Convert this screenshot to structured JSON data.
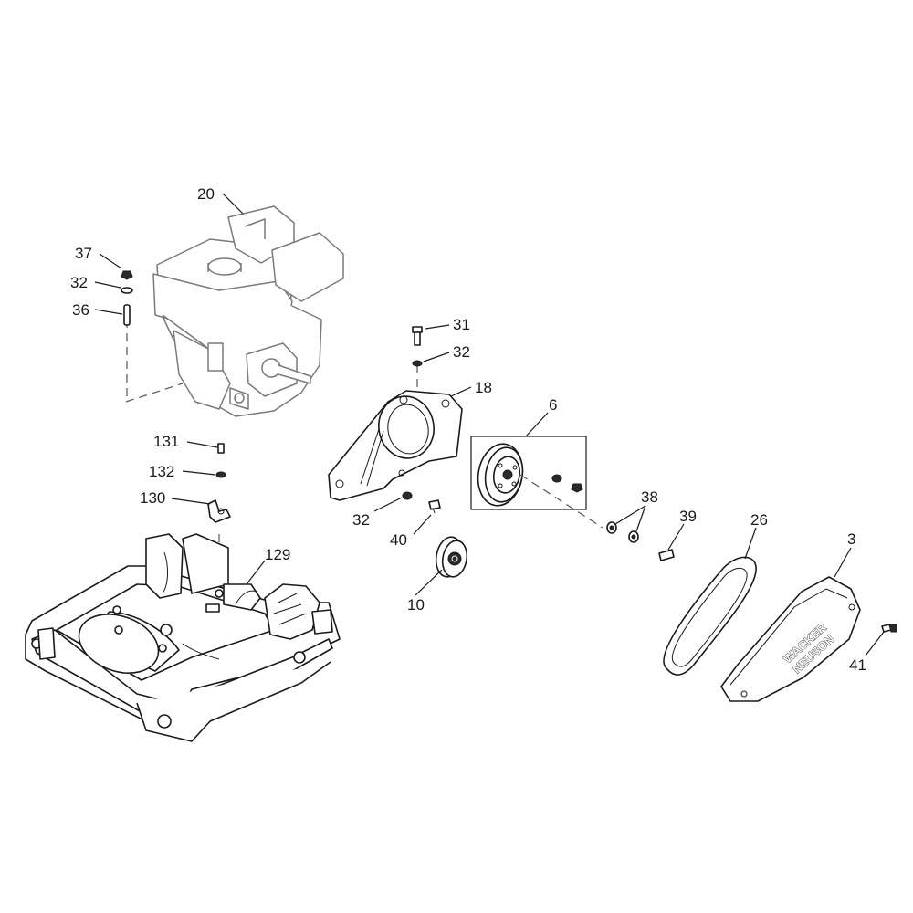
{
  "callouts": {
    "c20": "20",
    "c37": "37",
    "c32a": "32",
    "c36": "36",
    "c31": "31",
    "c32b": "32",
    "c18": "18",
    "c6": "6",
    "c131": "131",
    "c132": "132",
    "c130": "130",
    "c129": "129",
    "c32c": "32",
    "c40": "40",
    "c10": "10",
    "c38": "38",
    "c39": "39",
    "c26": "26",
    "c3": "3",
    "c41": "41"
  },
  "brand_line1": "WACKER",
  "brand_line2": "NEUSON"
}
